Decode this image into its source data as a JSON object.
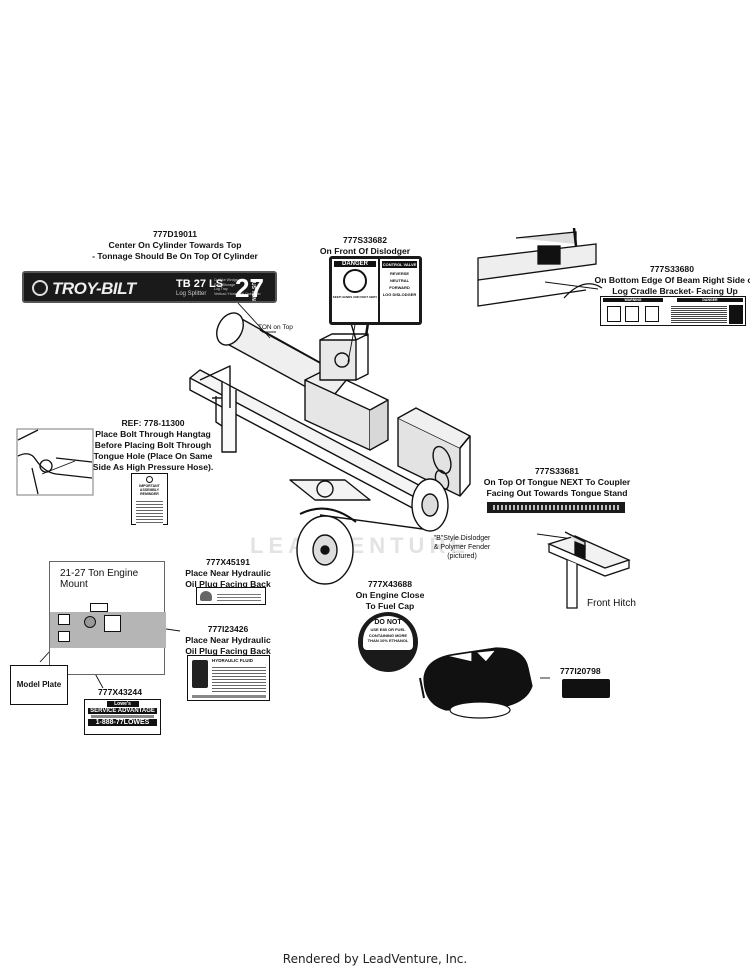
{
  "callouts": {
    "troybilt_decal": {
      "part": "777D19011",
      "lines": [
        "Center On Cylinder Towards Top",
        "- Tonnage Should Be On Top Of Cylinder"
      ]
    },
    "dislodger_decal": {
      "part": "777S33682",
      "lines": [
        "On Front Of Dislodger"
      ]
    },
    "beam_decal": {
      "part": "777S33680",
      "lines": [
        "On Bottom Edge Of Beam Right Side of",
        "Log Cradle Bracket- Facing Up"
      ]
    },
    "hangtag": {
      "part": "REF: 778-11300",
      "lines": [
        "Place Bolt Through Hangtag",
        "Before Placing Bolt Through",
        "Tongue Hole (Place On Same",
        "Side As High Pressure Hose)."
      ]
    },
    "tongue_decal": {
      "part": "777S33681",
      "lines": [
        "On Top Of Tongue NEXT To Coupler",
        "Facing Out Towards Tongue Stand"
      ]
    },
    "engine_plug_decal": {
      "part": "777X45191",
      "lines": [
        "Place Near Hydraulic",
        "Oil Plug Facing Back"
      ]
    },
    "fuel_cap_decal": {
      "part": "777X43688",
      "lines": [
        "On Engine Close",
        "To Fuel Cap"
      ]
    },
    "hydraulic_fluid_decal": {
      "part": "777I23426",
      "lines": [
        "Place Near Hydraulic",
        "Oil Plug Facing Back"
      ]
    },
    "service_decal": {
      "part": "777X43244"
    },
    "engine_label": {
      "part": "777I20798"
    }
  },
  "labels": {
    "top_note": "TON on Top",
    "b_style": "\"B\"Style Dislodger",
    "b_style_2": "& Polymer Fender",
    "b_style_3": "(pictured)",
    "engine_mount_title": "21-27 Ton Engine Mount",
    "model_plate": "Model Plate",
    "front_hitch": "Front Hitch",
    "watermark": "LEADVENTURE",
    "footer": "Rendered by LeadVenture, Inc."
  },
  "decals": {
    "troybilt": {
      "brand": "TROY-BILT",
      "model": "TB 27 LS",
      "sub": "Log Splitter",
      "tonnage": "27",
      "unit": "US TON",
      "bullets": [
        "Cut like Wedge",
        "Easy Storage",
        "Log Tray",
        "Vertical / Horizontal Operation"
      ]
    },
    "danger": {
      "danger": "DANGER",
      "keep": "KEEP HANDS AND FEET AWAY",
      "control": "CONTROL VALVE",
      "reverse": "REVERSE",
      "neutral": "NEUTRAL",
      "forward": "FORWARD",
      "log": "LOG DISLODGER"
    },
    "hangtag": {
      "title": "IMPORTANT",
      "sub": "ASSEMBLY REMINDER"
    },
    "fuel": {
      "l1": "DO NOT",
      "l2": "USE E85 OR FUEL",
      "l3": "CONTAINING MORE",
      "l4": "THAN 10% ETHANOL"
    },
    "hydraulic": {
      "title": "HYDRAULIC FLUID"
    },
    "service": {
      "brand": "Lowe's",
      "title": "SERVICE ADVANTAGE",
      "phone": "1-888-77LOWES"
    },
    "beam": {
      "title": "WARNING",
      "title2": "DANGER"
    }
  },
  "colors": {
    "ink": "#111111",
    "decal_dark": "#1a1a1a",
    "plate_gray": "#b5b5b5"
  }
}
